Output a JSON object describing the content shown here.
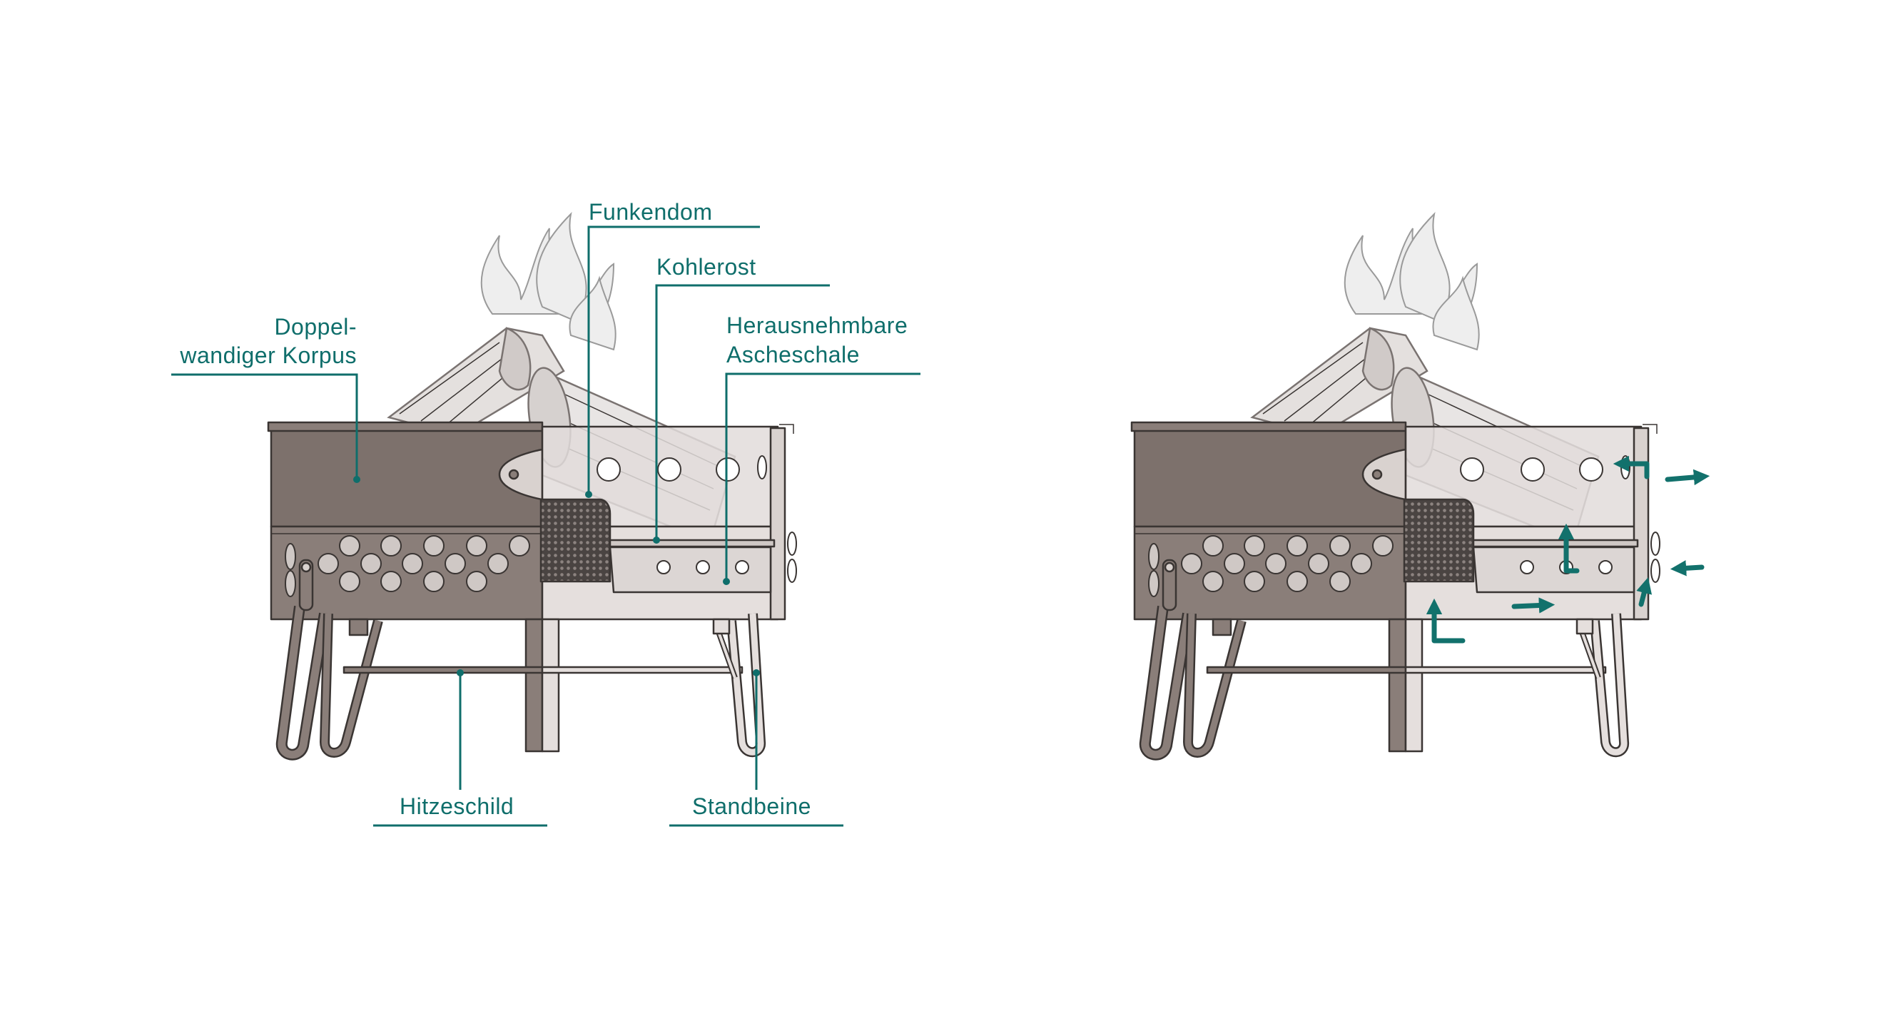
{
  "labels": {
    "doppel_line1": "Doppel-",
    "doppel_line2": "wandiger Korpus",
    "funkendom": "Funkendom",
    "kohlerost": "Kohlerost",
    "ascheschale_line1": "Herausnehmbare",
    "ascheschale_line2": "Ascheschale",
    "hitzeschild": "Hitzeschild",
    "standbeine": "Standbeine"
  },
  "colors": {
    "accent": "#0f6e6b",
    "body_dark": "#7d716c",
    "body_light": "#d9d2cf",
    "outline": "#3a3533"
  }
}
